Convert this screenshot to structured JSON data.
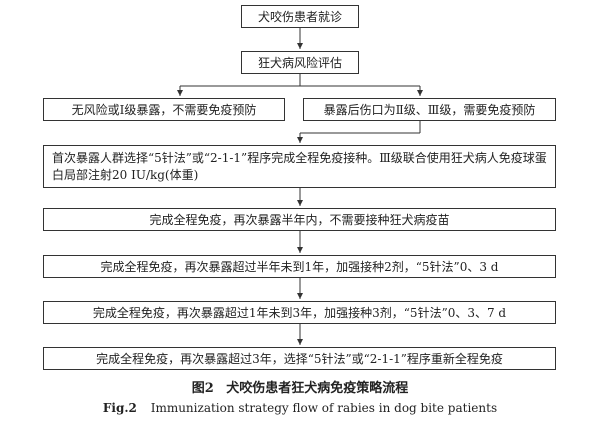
{
  "flow": {
    "start": "犬咬伤患者就诊",
    "assess": "狂犬病风险评估",
    "no_risk": "无风险或Ⅰ级暴露，不需要免疫预防",
    "risk": "暴露后伤口为Ⅱ级、Ⅲ级，需要免疫预防",
    "first": "首次暴露人群选择“5针法”或“2-1-1”程序完成全程免疫接种。Ⅲ级联合使用狂犬病人免疫球蛋白局部注射20 IU/kg(体重)",
    "half_year": "完成全程免疫，再次暴露半年内，不需要接种狂犬病疫苗",
    "half_to_1": "完成全程免疫，再次暴露超过半年未到1年，加强接种2剂，“5针法”0、3 d",
    "one_to_3": "完成全程免疫，再次暴露超过1年未到3年，加强接种3剂，“5针法”0、3、7 d",
    "over_3": "完成全程免疫，再次暴露超过3年，选择“5针法”或“2-1-1”程序重新全程免疫"
  },
  "caption": {
    "cn_label": "图2",
    "cn_text": "犬咬伤患者狂犬病免疫策略流程",
    "en_label": "Fig.2",
    "en_text": "Immunization strategy flow of rabies in dog bite patients"
  }
}
